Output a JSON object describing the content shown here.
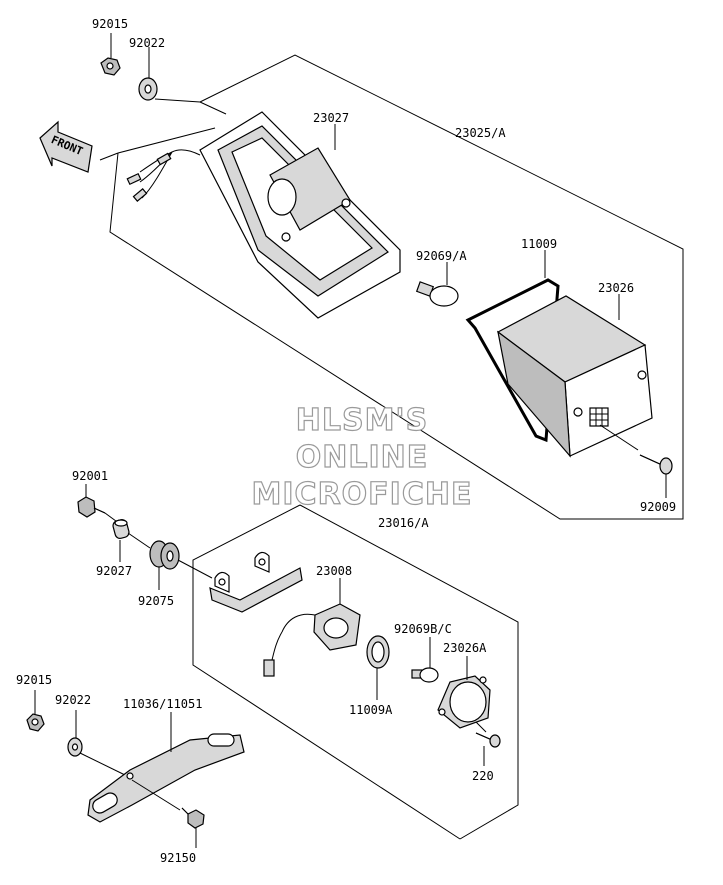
{
  "front_label": "FRONT",
  "watermark": [
    "HLSM'S",
    "ONLINE",
    "MICROFICHE"
  ],
  "parts": {
    "p92015_top": "92015",
    "p92022_top": "92022",
    "p23027": "23027",
    "p23025a": "23025/A",
    "p92069a": "92069/A",
    "p11009": "11009",
    "p23026": "23026",
    "p92009": "92009",
    "p92001": "92001",
    "p92027": "92027",
    "p92075": "92075",
    "p23016a": "23016/A",
    "p23008": "23008",
    "p92069bc": "92069B/C",
    "p23026a": "23026A",
    "p11009a": "11009A",
    "p220": "220",
    "p92015_bot": "92015",
    "p92022_bot": "92022",
    "p11036": "11036/11051",
    "p92150": "92150"
  }
}
